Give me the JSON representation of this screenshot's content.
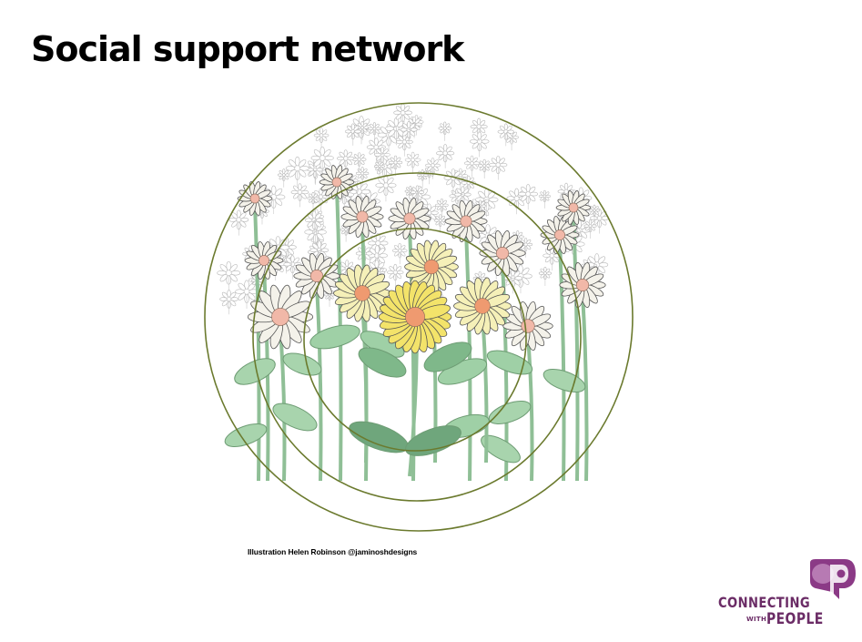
{
  "slide": {
    "title": "Social support network",
    "credit": "Illustration Helen Robinson @jaminoshdesigns"
  },
  "logo": {
    "line1": "CONNECTING",
    "with": "WITH",
    "line2": "PEOPLE",
    "color": "#6b2c66",
    "accent": "#8b3a86"
  },
  "illustration": {
    "ring_color": "#6b7a2e",
    "stem_color": "#8fbf96",
    "leaf_color": "#a8d4ad",
    "center_flower_petal": "#f3e36a",
    "center_flower_core": "#ef9a70",
    "inner_petal": "#f5f0b8",
    "outer_petal": "#f4f2ea",
    "outer_core": "#f1b8a8"
  }
}
